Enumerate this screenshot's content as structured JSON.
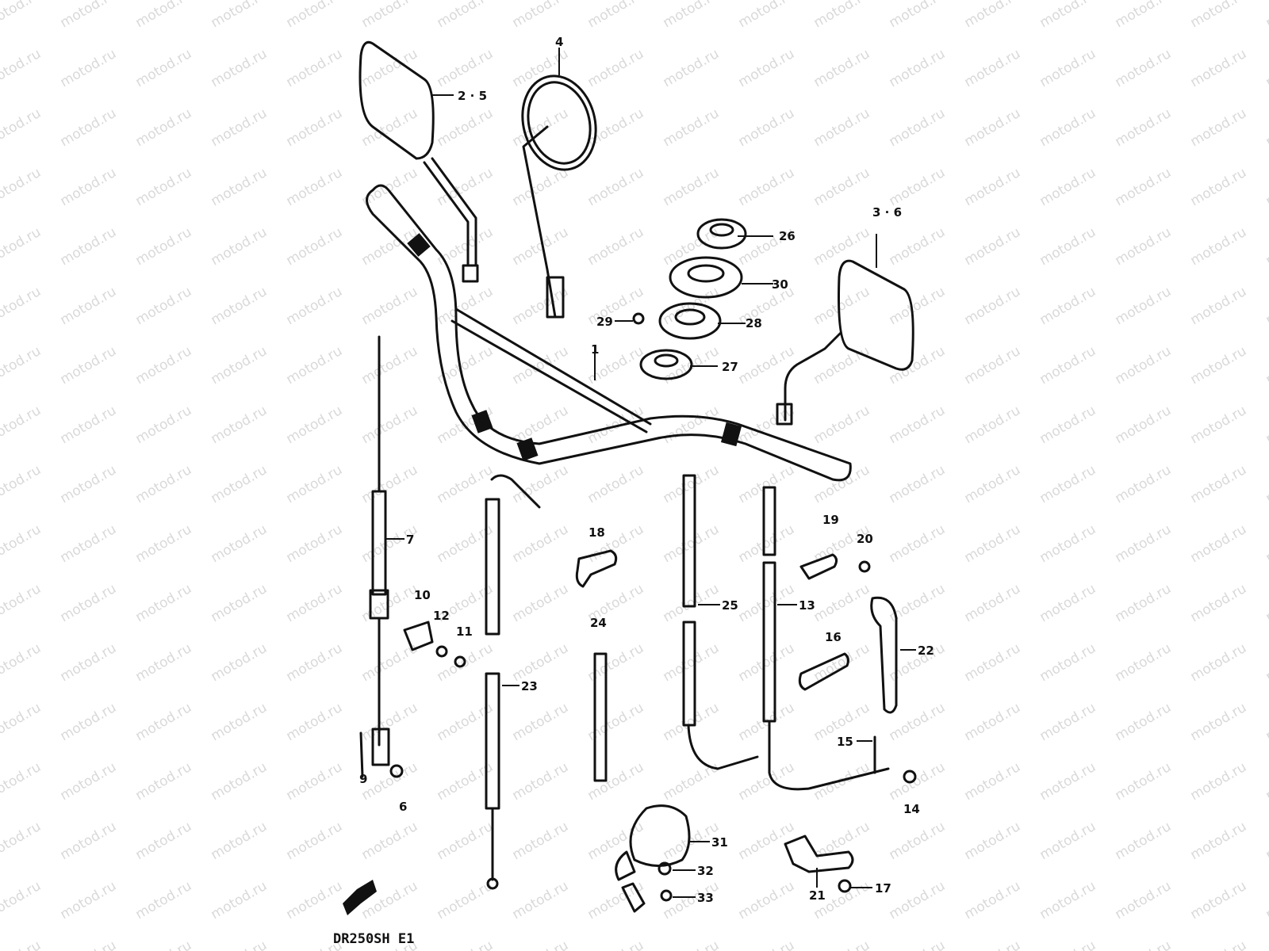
{
  "watermark": {
    "text": "motod.ru"
  },
  "caption": "DR250SH E1",
  "callouts": [
    {
      "id": "1",
      "text": "1"
    },
    {
      "id": "2-5",
      "text": "2 · 5"
    },
    {
      "id": "3-6",
      "text": "3 · 6"
    },
    {
      "id": "4",
      "text": "4"
    },
    {
      "id": "6",
      "text": "6"
    },
    {
      "id": "7",
      "text": "7"
    },
    {
      "id": "9",
      "text": "9"
    },
    {
      "id": "10",
      "text": "10"
    },
    {
      "id": "11",
      "text": "11"
    },
    {
      "id": "12",
      "text": "12"
    },
    {
      "id": "13",
      "text": "13"
    },
    {
      "id": "14",
      "text": "14"
    },
    {
      "id": "15",
      "text": "15"
    },
    {
      "id": "16",
      "text": "16"
    },
    {
      "id": "17",
      "text": "17"
    },
    {
      "id": "18",
      "text": "18"
    },
    {
      "id": "19",
      "text": "19"
    },
    {
      "id": "20",
      "text": "20"
    },
    {
      "id": "21",
      "text": "21"
    },
    {
      "id": "22",
      "text": "22"
    },
    {
      "id": "23",
      "text": "23"
    },
    {
      "id": "24",
      "text": "24"
    },
    {
      "id": "25",
      "text": "25"
    },
    {
      "id": "26",
      "text": "26"
    },
    {
      "id": "27",
      "text": "27"
    },
    {
      "id": "28",
      "text": "28"
    },
    {
      "id": "29",
      "text": "29"
    },
    {
      "id": "30",
      "text": "30"
    },
    {
      "id": "31",
      "text": "31"
    },
    {
      "id": "32",
      "text": "32"
    },
    {
      "id": "33",
      "text": "33"
    }
  ]
}
